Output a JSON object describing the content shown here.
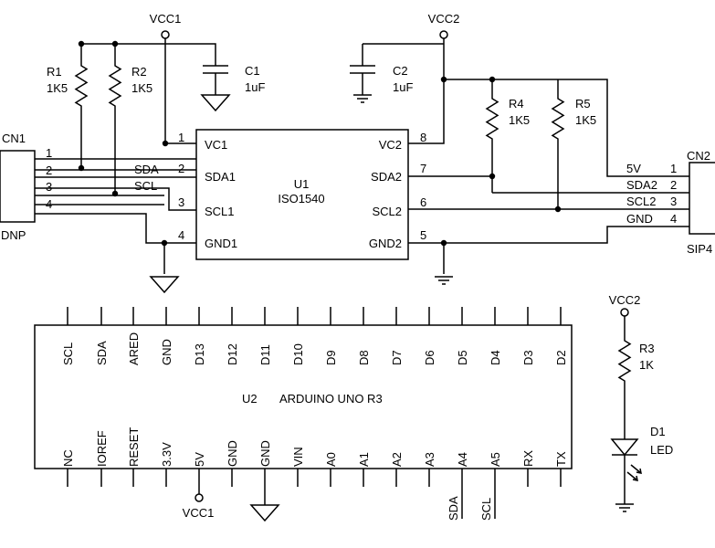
{
  "power": {
    "vcc1": "VCC1",
    "vcc2": "VCC2"
  },
  "components": {
    "r1": {
      "ref": "R1",
      "value": "1K5"
    },
    "r2": {
      "ref": "R2",
      "value": "1K5"
    },
    "r3": {
      "ref": "R3",
      "value": "1K"
    },
    "r4": {
      "ref": "R4",
      "value": "1K5"
    },
    "r5": {
      "ref": "R5",
      "value": "1K5"
    },
    "c1": {
      "ref": "C1",
      "value": "1uF"
    },
    "c2": {
      "ref": "C2",
      "value": "1uF"
    },
    "d1": {
      "ref": "D1",
      "value": "LED"
    }
  },
  "cn1": {
    "ref": "CN1",
    "value": "DNP",
    "pins": [
      "1",
      "2",
      "3",
      "4"
    ]
  },
  "cn2": {
    "ref": "CN2",
    "value": "SIP4",
    "pins": [
      "1",
      "2",
      "3",
      "4"
    ],
    "signals": [
      "5V",
      "SDA2",
      "SCL2",
      "GND"
    ]
  },
  "u1": {
    "ref": "U1",
    "part": "ISO1540",
    "left_pins": [
      {
        "num": "1",
        "name": "VC1"
      },
      {
        "num": "2",
        "name": "SDA1"
      },
      {
        "num": "3",
        "name": "SCL1"
      },
      {
        "num": "4",
        "name": "GND1"
      }
    ],
    "right_pins": [
      {
        "num": "8",
        "name": "VC2"
      },
      {
        "num": "7",
        "name": "SDA2"
      },
      {
        "num": "6",
        "name": "SCL2"
      },
      {
        "num": "5",
        "name": "GND2"
      }
    ]
  },
  "nets": {
    "sda": "SDA",
    "scl": "SCL"
  },
  "u2": {
    "ref": "U2",
    "part": "ARDUINO UNO R3",
    "top_pins": [
      "SCL",
      "SDA",
      "ARED",
      "GND",
      "D13",
      "D12",
      "D11",
      "D10",
      "D9",
      "D8",
      "D7",
      "D6",
      "D5",
      "D4",
      "D3",
      "D2"
    ],
    "bottom_pins": [
      "NC",
      "IOREF",
      "RESET",
      "3.3V",
      "5V",
      "GND",
      "GND",
      "VIN",
      "A0",
      "A1",
      "A2",
      "A3",
      "A4",
      "A5",
      "RX",
      "TX"
    ]
  }
}
